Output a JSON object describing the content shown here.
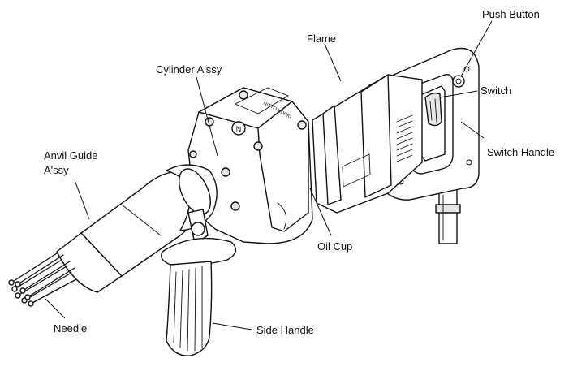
{
  "labels": {
    "push_button": "Push Button",
    "flame": "Flame",
    "cylinder": "Cylinder A'ssy",
    "switch": "Switch",
    "switch_handle": "Switch Handle",
    "anvil_guide_line1": "Anvil Guide",
    "anvil_guide_line2": "A'ssy",
    "oil_cup": "Oil Cup",
    "needle": "Needle",
    "side_handle": "Side Handle"
  },
  "plate_text": "NITTO KOHKI"
}
